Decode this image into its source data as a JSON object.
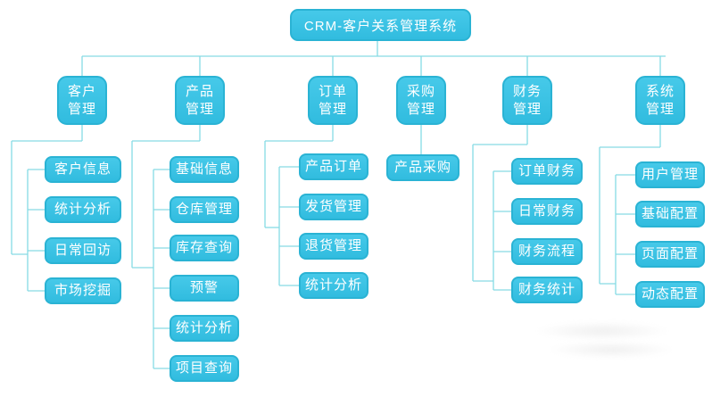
{
  "chart_title": "CRM-客户关系管理系统",
  "colors": {
    "background": "#ffffff",
    "node_fill_top": "#46c9e9",
    "node_fill_bottom": "#31bcdf",
    "node_border": "#2ab3d4",
    "node_text": "#ffffff",
    "connector": "#86dbe4"
  },
  "root": {
    "label": "CRM-客户关系管理系统"
  },
  "branches": [
    {
      "label": "客户管理",
      "children": [
        "客户信息",
        "统计分析",
        "日常回访",
        "市场挖掘"
      ]
    },
    {
      "label": "产品管理",
      "children": [
        "基础信息",
        "仓库管理",
        "库存查询",
        "预警",
        "统计分析",
        "项目查询"
      ]
    },
    {
      "label": "订单管理",
      "children": [
        "产品订单",
        "发货管理",
        "退货管理",
        "统计分析"
      ]
    },
    {
      "label": "采购管理",
      "children": [
        "产品采购"
      ]
    },
    {
      "label": "财务管理",
      "children": [
        "订单财务",
        "日常财务",
        "财务流程",
        "财务统计"
      ]
    },
    {
      "label": "系统管理",
      "children": [
        "用户管理",
        "基础配置",
        "页面配置",
        "动态配置"
      ]
    }
  ]
}
